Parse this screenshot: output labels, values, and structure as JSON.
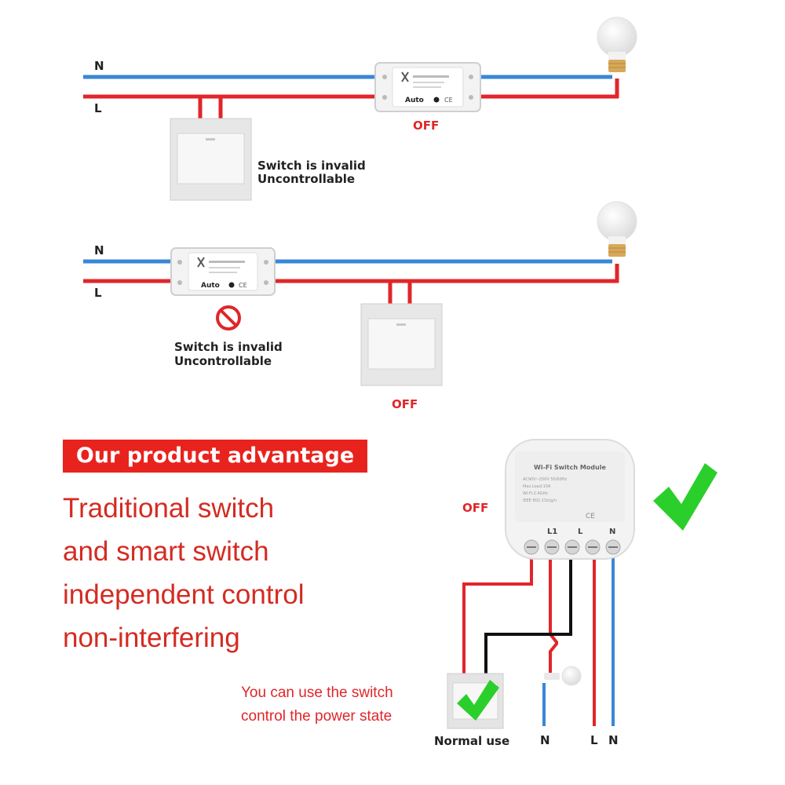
{
  "diagram1": {
    "neutral_label": "N",
    "live_label": "L",
    "status": "OFF",
    "switch_note_line1": "Switch is invalid",
    "switch_note_line2": "Uncontrollable",
    "module_badge": "Auto"
  },
  "diagram2": {
    "neutral_label": "N",
    "live_label": "L",
    "status": "OFF",
    "switch_note_line1": "Switch is invalid",
    "switch_note_line2": "Uncontrollable",
    "module_badge": "Auto"
  },
  "advantage": {
    "banner": "Our product advantage",
    "lines": [
      "Traditional switch",
      "and smart switch",
      "independent control",
      "non-interfering"
    ]
  },
  "diagram3": {
    "status": "OFF",
    "module_title": "Wi-Fi Switch Module",
    "module_specs": [
      "AC90V~250V 50/60Hz",
      "Max.Load:10A",
      "Wi-Fi:2.4GHz",
      "IEEE 802.11b/g/n"
    ],
    "terminal_labels": [
      "L1",
      "L",
      "N"
    ],
    "note_line1": "You can use the switch",
    "note_line2": "control the power state",
    "switch_caption": "Normal use",
    "bottom_labels": [
      "N",
      "L",
      "N"
    ]
  },
  "colors": {
    "neutral_wire": "#3a86d6",
    "live_wire": "#e0262a",
    "signal_wire": "#111111",
    "accent_red": "#e8231e",
    "check_green": "#2bcf2b"
  }
}
